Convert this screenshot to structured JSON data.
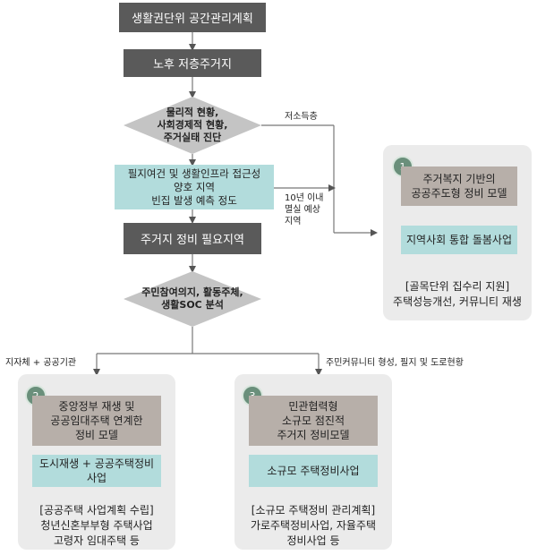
{
  "flow": {
    "title": "생활권단위 공간관리계획",
    "step1": "노후 저층주거지",
    "diamond1": "물리적 현황,\n사회경제적 현황,\n주거실태 진단",
    "conditions": "필지여건 및 생활인프라 접근성\n양호 지역\n빈집 발생 예측 정도",
    "step2": "주거지 정비 필요지역",
    "diamond2": "주민참여의지, 활동주체,\n생활SOC 분석"
  },
  "labels": {
    "low_income": "저소득층",
    "empty_house": "10년 이내\n멸실 예상\n지역",
    "public": "지자체 + 공공기관",
    "community": "주민커뮤니티 형성, 필지 및 도로현황"
  },
  "models": [
    {
      "number": "1",
      "title": "주거복지 기반의\n공공주도형 정비 모델",
      "project": "지역사회 통합 돌봄사업",
      "details": "[골목단위 집수리 지원]\n주택성능개선, 커뮤니티 재생"
    },
    {
      "number": "2",
      "title": "중앙정부 재생 및\n공공임대주택 연계한\n정비 모델",
      "project": "도시재생 + 공공주택정비\n사업",
      "details": "[공공주택 사업계획 수립]\n청년신혼부부형 주택사업\n고령자 임대주택 등"
    },
    {
      "number": "3",
      "title": "민관협력형\n소규모 점진적\n주거지 정비모델",
      "project": "소규모 주택정비사업",
      "details": "[소규모 주택정비 관리계획]\n가로주택정비사업, 자율주택\n정비사업 등"
    }
  ],
  "colors": {
    "dark": "#5a5a5a",
    "teal": "#b2dcdc",
    "taupe": "#b7afa9",
    "panel": "#ebebeb",
    "badge": "#6a8f7b"
  }
}
